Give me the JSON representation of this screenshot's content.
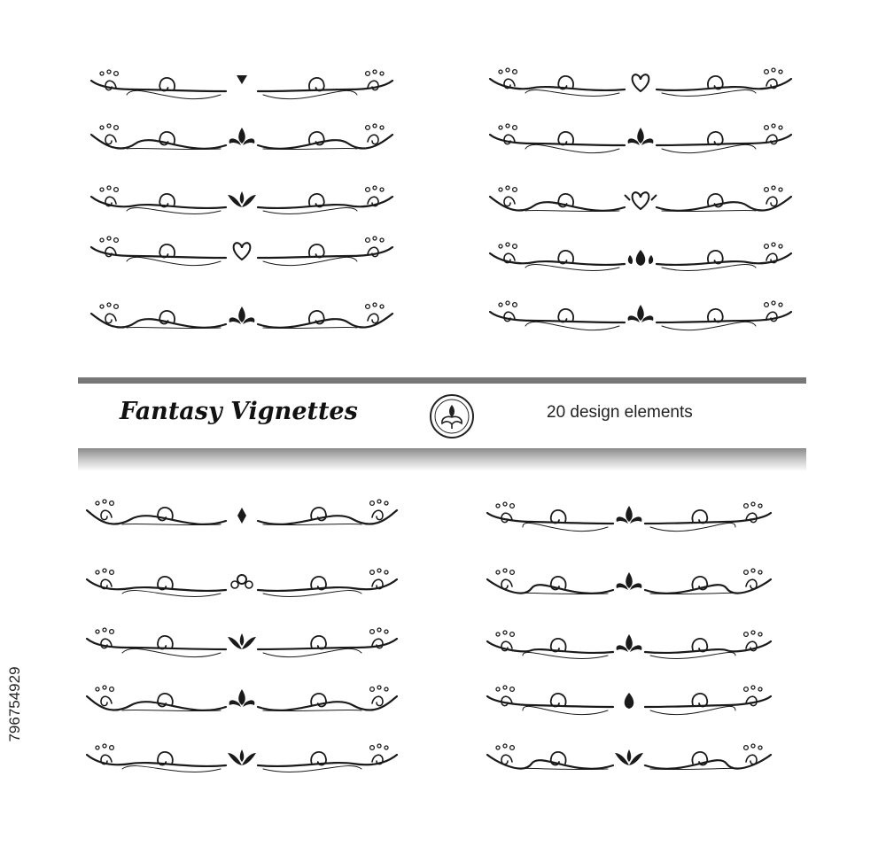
{
  "banner": {
    "title": "Fantasy Vignettes",
    "subtitle": "20 design elements",
    "emblem_icon": "flourish-emblem-icon"
  },
  "watermark": {
    "id": "796754929"
  },
  "vignettes": [
    {
      "group": "top-left",
      "center": "arrow"
    },
    {
      "group": "top-left",
      "center": "fleur"
    },
    {
      "group": "top-left",
      "center": "wings"
    },
    {
      "group": "top-left",
      "center": "heart-loop"
    },
    {
      "group": "top-left",
      "center": "lily"
    },
    {
      "group": "top-right",
      "center": "heart"
    },
    {
      "group": "top-right",
      "center": "bud"
    },
    {
      "group": "top-right",
      "center": "heart-crown"
    },
    {
      "group": "top-right",
      "center": "drop-pair"
    },
    {
      "group": "top-right",
      "center": "trefoil"
    },
    {
      "group": "bottom-left",
      "center": "diamond"
    },
    {
      "group": "bottom-left",
      "center": "ring"
    },
    {
      "group": "bottom-left",
      "center": "knot"
    },
    {
      "group": "bottom-left",
      "center": "bud"
    },
    {
      "group": "bottom-left",
      "center": "lotus"
    },
    {
      "group": "bottom-right",
      "center": "fleur"
    },
    {
      "group": "bottom-right",
      "center": "crest"
    },
    {
      "group": "bottom-right",
      "center": "trefoil"
    },
    {
      "group": "bottom-right",
      "center": "drop"
    },
    {
      "group": "bottom-right",
      "center": "leaf-fan"
    }
  ]
}
